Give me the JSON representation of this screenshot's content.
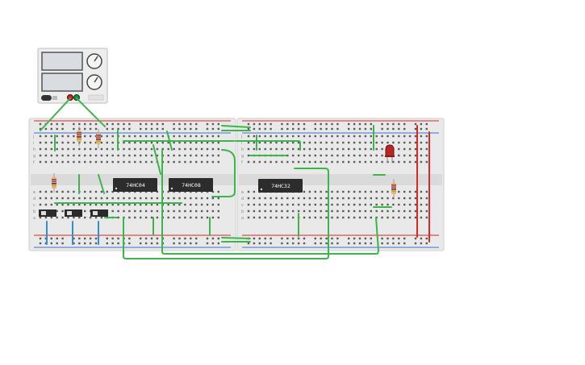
{
  "power_supply": {
    "knob_upper_label": "",
    "knob_lower_label": "",
    "terminal_colors": [
      "#cc2222",
      "#1c8c3a"
    ]
  },
  "breadboards": {
    "row_letters_top": [
      "j",
      "i",
      "h",
      "g",
      "f"
    ],
    "row_letters_bottom": [
      "e",
      "d",
      "c",
      "b",
      "a"
    ],
    "column_count_label_step": 5
  },
  "chips": [
    {
      "label": "74HC04"
    },
    {
      "label": "74HC08"
    },
    {
      "label": "74HC32"
    }
  ],
  "components": {
    "led_color": "#b82727",
    "switch_count": 3,
    "resistor_count": 4
  },
  "colors": {
    "wire_green": "#3cb54a",
    "wire_red": "#d62828",
    "wire_blue": "#2f8fd6",
    "board": "#e9e9e9",
    "chip": "#2c2c2c"
  }
}
